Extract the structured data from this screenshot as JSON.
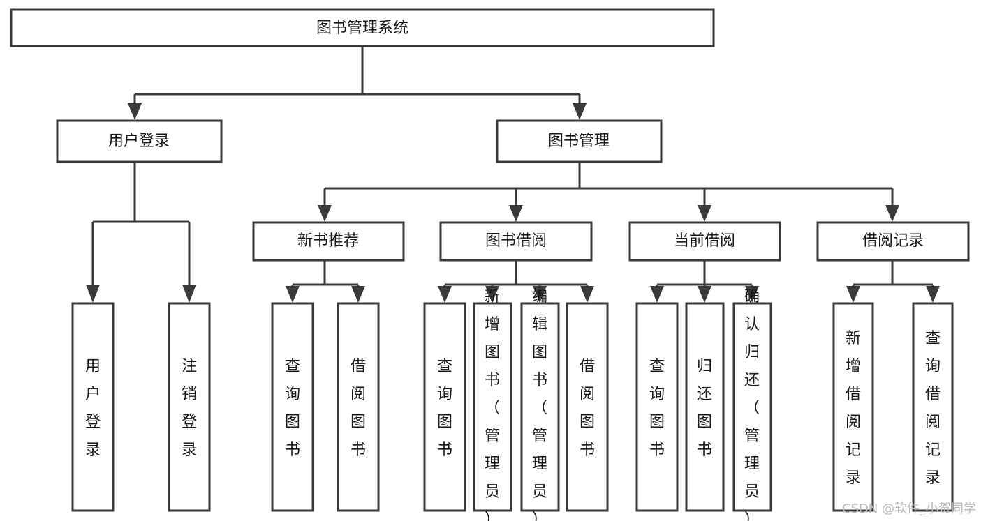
{
  "diagram": {
    "type": "tree-hierarchy",
    "title": "图书管理系统",
    "root": {
      "id": "root",
      "label": "图书管理系统",
      "orientation": "horizontal"
    },
    "level2": [
      {
        "id": "user-login",
        "label": "用户登录",
        "orientation": "horizontal"
      },
      {
        "id": "book-manage",
        "label": "图书管理",
        "orientation": "horizontal"
      }
    ],
    "level3": [
      {
        "id": "new-book-recommend",
        "label": "新书推荐",
        "orientation": "horizontal",
        "parent": "book-manage"
      },
      {
        "id": "book-borrow",
        "label": "图书借阅",
        "orientation": "horizontal",
        "parent": "book-manage"
      },
      {
        "id": "current-borrow",
        "label": "当前借阅",
        "orientation": "horizontal",
        "parent": "book-manage"
      },
      {
        "id": "borrow-record",
        "label": "借阅记录",
        "orientation": "horizontal",
        "parent": "book-manage"
      }
    ],
    "leaves": [
      {
        "id": "leaf-user-login",
        "label": "用户登录",
        "parent": "user-login",
        "orientation": "vertical"
      },
      {
        "id": "leaf-logout-login",
        "label": "注销登录",
        "parent": "user-login",
        "orientation": "vertical"
      },
      {
        "id": "leaf-query-book-1",
        "label": "查询图书",
        "parent": "new-book-recommend",
        "orientation": "vertical"
      },
      {
        "id": "leaf-borrow-book-1",
        "label": "借阅图书",
        "parent": "new-book-recommend",
        "orientation": "vertical"
      },
      {
        "id": "leaf-query-book-2",
        "label": "查询图书",
        "parent": "book-borrow",
        "orientation": "vertical"
      },
      {
        "id": "leaf-add-book",
        "label": "新增图书（管理员）",
        "parent": "book-borrow",
        "orientation": "vertical"
      },
      {
        "id": "leaf-edit-book",
        "label": "编辑图书（管理员）",
        "parent": "book-borrow",
        "orientation": "vertical"
      },
      {
        "id": "leaf-borrow-book-2",
        "label": "借阅图书",
        "parent": "book-borrow",
        "orientation": "vertical"
      },
      {
        "id": "leaf-query-book-3",
        "label": "查询图书",
        "parent": "current-borrow",
        "orientation": "vertical"
      },
      {
        "id": "leaf-return-book",
        "label": "归还图书",
        "parent": "current-borrow",
        "orientation": "vertical"
      },
      {
        "id": "leaf-confirm-return",
        "label": "确认归还（管理员）",
        "parent": "current-borrow",
        "orientation": "vertical"
      },
      {
        "id": "leaf-add-record",
        "label": "新增借阅记录",
        "parent": "borrow-record",
        "orientation": "vertical"
      },
      {
        "id": "leaf-query-record",
        "label": "查询借阅记录",
        "parent": "borrow-record",
        "orientation": "vertical"
      }
    ]
  },
  "watermark": {
    "text": "CSDN @软件_小贺同学"
  },
  "colors": {
    "stroke": "#3a3a3a",
    "fill": "#ffffff",
    "text": "#1a1a1a",
    "watermark": "#b8b8b8"
  }
}
